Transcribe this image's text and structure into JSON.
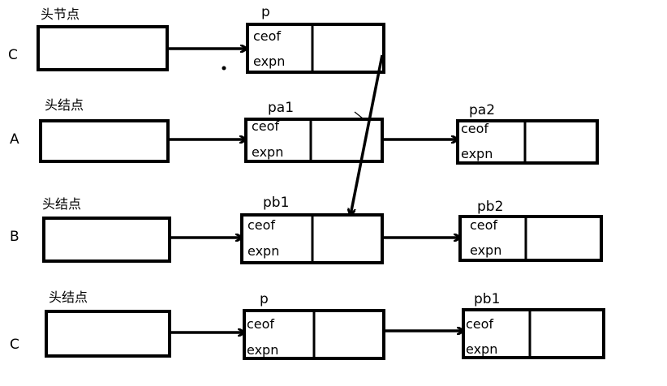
{
  "rows": [
    {
      "label": "C",
      "head_label": "头节点",
      "nodes": [
        {
          "name": "p",
          "field1": "ceof",
          "field2": "expn"
        }
      ]
    },
    {
      "label": "A",
      "head_label": "头结点",
      "nodes": [
        {
          "name": "pa1",
          "field1": "ceof",
          "field2": "expn"
        },
        {
          "name": "pa2",
          "field1": "ceof",
          "field2": "expn"
        }
      ]
    },
    {
      "label": "B",
      "head_label": "头结点",
      "nodes": [
        {
          "name": "pb1",
          "field1": "ceof",
          "field2": "expn"
        },
        {
          "name": "pb2",
          "field1": "ceof",
          "field2": "expn"
        }
      ]
    },
    {
      "label": "C",
      "head_label": "头结点",
      "nodes": [
        {
          "name": "p",
          "field1": "ceof",
          "field2": "expn"
        },
        {
          "name": "pb1",
          "field1": "ceof",
          "field2": "expn"
        }
      ]
    }
  ]
}
